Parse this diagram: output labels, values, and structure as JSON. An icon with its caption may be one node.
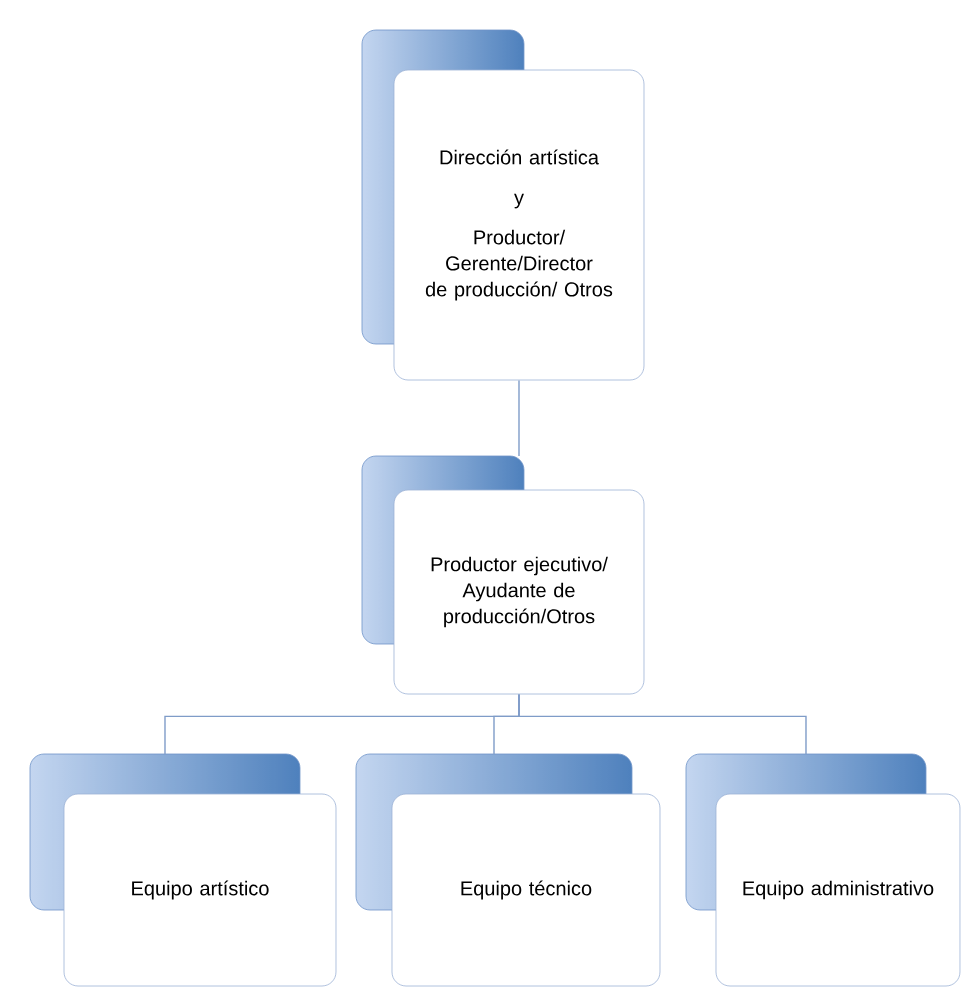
{
  "diagram": {
    "nodes": [
      {
        "text": [
          "Dirección artística",
          "y",
          "Productor/ Gerente/Director de producción/ Otros"
        ]
      },
      {
        "text": [
          "Productor ejecutivo/ Ayudante de producción/Otros"
        ]
      },
      {
        "text": [
          "Equipo artístico"
        ]
      },
      {
        "text": [
          "Equipo técnico"
        ]
      },
      {
        "text": [
          "Equipo administrativo"
        ]
      }
    ],
    "edges": [
      {
        "from": 0,
        "to": 1,
        "arrow": "none"
      },
      {
        "from": 1,
        "to": 2,
        "arrow": "none"
      },
      {
        "from": 1,
        "to": 3,
        "arrow": "none"
      },
      {
        "from": 1,
        "to": 4,
        "arrow": "none"
      }
    ]
  }
}
